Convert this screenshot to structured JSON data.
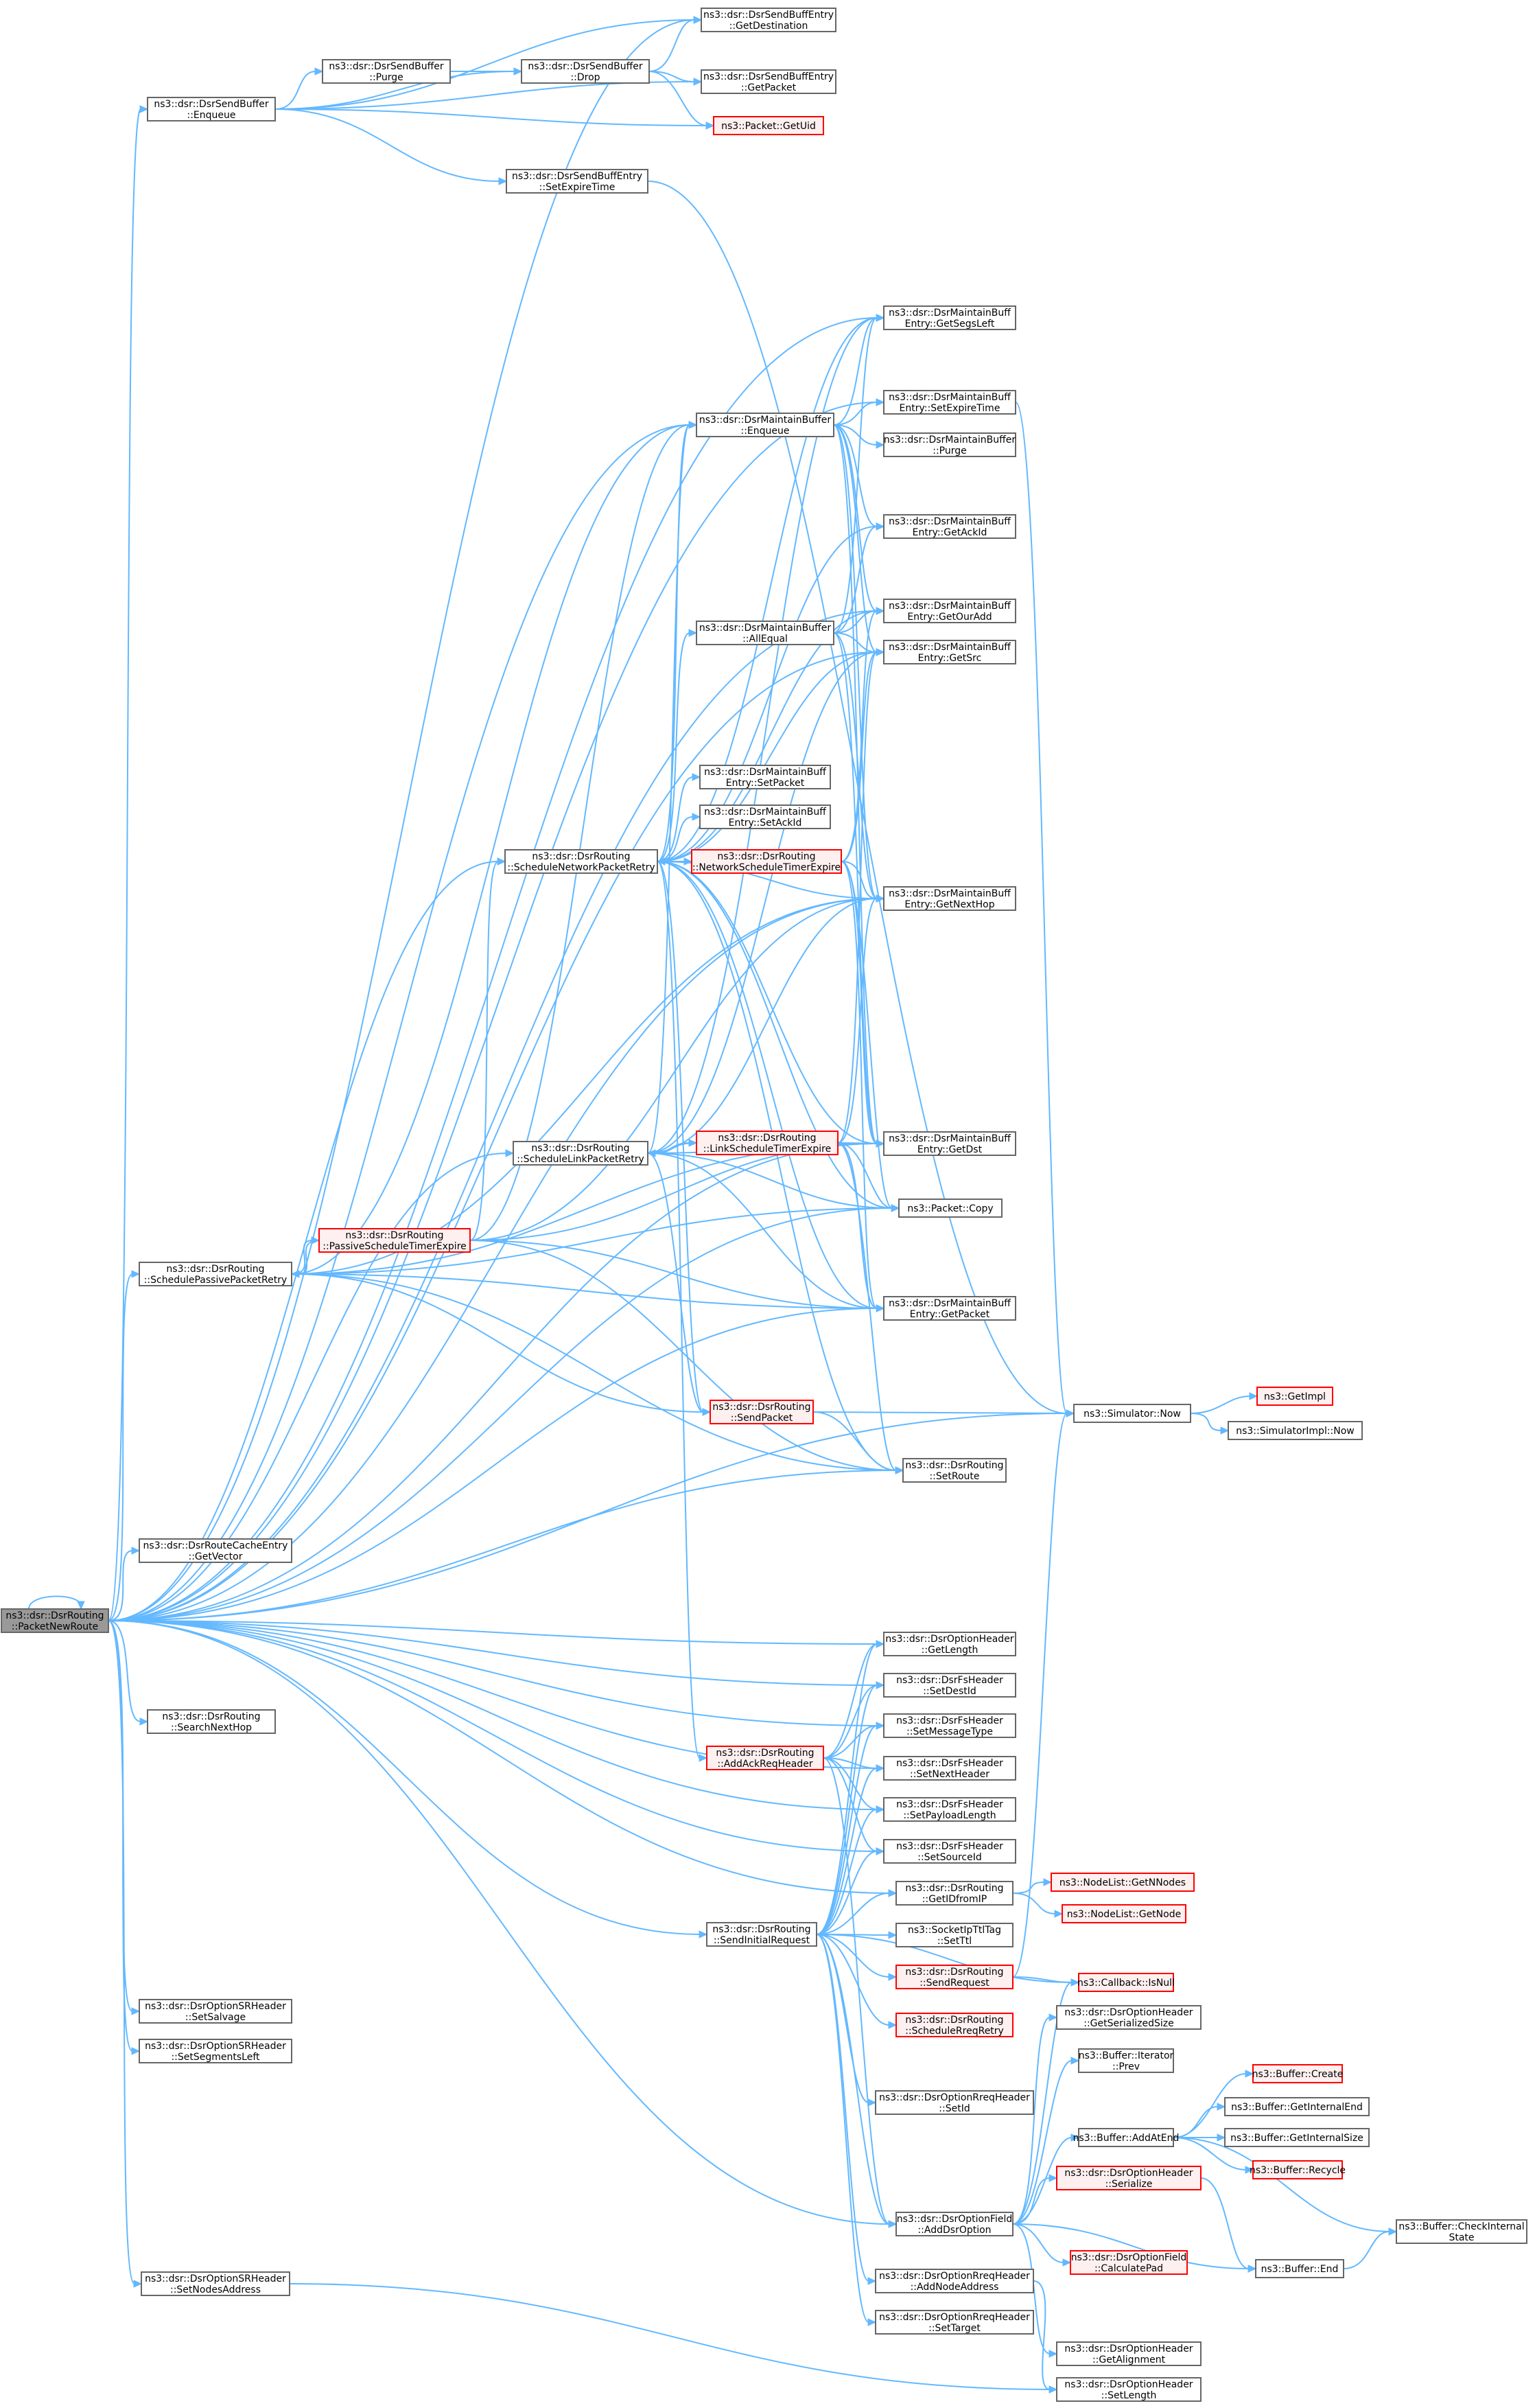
{
  "colors": {
    "edge": "#63b8ff",
    "node_border": "#666666",
    "node_fill": "#ffffff",
    "truncated_border": "#ff0000",
    "truncated_fill": "#fff0f0",
    "root_fill": "#999999",
    "text": "#000000"
  },
  "nodes": [
    {
      "id": "root",
      "lines": [
        "ns3::dsr::DsrRouting",
        "::PacketNewRoute"
      ],
      "style": "root"
    },
    {
      "id": "sbe",
      "lines": [
        "ns3::dsr::DsrSendBuffer",
        "::Enqueue"
      ],
      "style": "normal"
    },
    {
      "id": "sbp",
      "lines": [
        "ns3::dsr::DsrSendBuffer",
        "::Purge"
      ],
      "style": "normal"
    },
    {
      "id": "sbd",
      "lines": [
        "ns3::dsr::DsrSendBuffer",
        "::Drop"
      ],
      "style": "normal"
    },
    {
      "id": "sbgd",
      "lines": [
        "ns3::dsr::DsrSendBuffEntry",
        "::GetDestination"
      ],
      "style": "normal"
    },
    {
      "id": "sbgp",
      "lines": [
        "ns3::dsr::DsrSendBuffEntry",
        "::GetPacket"
      ],
      "style": "normal"
    },
    {
      "id": "pgu",
      "lines": [
        "ns3::Packet::GetUid"
      ],
      "style": "truncated"
    },
    {
      "id": "sbset",
      "lines": [
        "ns3::dsr::DsrSendBuffEntry",
        "::SetExpireTime"
      ],
      "style": "normal"
    },
    {
      "id": "mbgsl",
      "lines": [
        "ns3::dsr::DsrMaintainBuff",
        "Entry::GetSegsLeft"
      ],
      "style": "normal"
    },
    {
      "id": "mbset",
      "lines": [
        "ns3::dsr::DsrMaintainBuff",
        "Entry::SetExpireTime"
      ],
      "style": "normal"
    },
    {
      "id": "mbe",
      "lines": [
        "ns3::dsr::DsrMaintainBuffer",
        "::Enqueue"
      ],
      "style": "normal"
    },
    {
      "id": "mbp",
      "lines": [
        "ns3::dsr::DsrMaintainBuffer",
        "::Purge"
      ],
      "style": "normal"
    },
    {
      "id": "mbgai",
      "lines": [
        "ns3::dsr::DsrMaintainBuff",
        "Entry::GetAckId"
      ],
      "style": "normal"
    },
    {
      "id": "mbgoa",
      "lines": [
        "ns3::dsr::DsrMaintainBuff",
        "Entry::GetOurAdd"
      ],
      "style": "normal"
    },
    {
      "id": "mbae",
      "lines": [
        "ns3::dsr::DsrMaintainBuffer",
        "::AllEqual"
      ],
      "style": "normal"
    },
    {
      "id": "mbgs",
      "lines": [
        "ns3::dsr::DsrMaintainBuff",
        "Entry::GetSrc"
      ],
      "style": "normal"
    },
    {
      "id": "mbsp",
      "lines": [
        "ns3::dsr::DsrMaintainBuff",
        "Entry::SetPacket"
      ],
      "style": "normal"
    },
    {
      "id": "mbsai",
      "lines": [
        "ns3::dsr::DsrMaintainBuff",
        "Entry::SetAckId"
      ],
      "style": "normal"
    },
    {
      "id": "snpr",
      "lines": [
        "ns3::dsr::DsrRouting",
        "::ScheduleNetworkPacketRetry"
      ],
      "style": "normal"
    },
    {
      "id": "nste",
      "lines": [
        "ns3::dsr::DsrRouting",
        "::NetworkScheduleTimerExpire"
      ],
      "style": "truncated"
    },
    {
      "id": "mbgnh",
      "lines": [
        "ns3::dsr::DsrMaintainBuff",
        "Entry::GetNextHop"
      ],
      "style": "normal"
    },
    {
      "id": "slpr",
      "lines": [
        "ns3::dsr::DsrRouting",
        "::ScheduleLinkPacketRetry"
      ],
      "style": "normal"
    },
    {
      "id": "lste",
      "lines": [
        "ns3::dsr::DsrRouting",
        "::LinkScheduleTimerExpire"
      ],
      "style": "truncated"
    },
    {
      "id": "mbgd",
      "lines": [
        "ns3::dsr::DsrMaintainBuff",
        "Entry::GetDst"
      ],
      "style": "normal"
    },
    {
      "id": "pste",
      "lines": [
        "ns3::dsr::DsrRouting",
        "::PassiveScheduleTimerExpire"
      ],
      "style": "truncated"
    },
    {
      "id": "pc",
      "lines": [
        "ns3::Packet::Copy"
      ],
      "style": "normal"
    },
    {
      "id": "sppr",
      "lines": [
        "ns3::dsr::DsrRouting",
        "::SchedulePassivePacketRetry"
      ],
      "style": "normal"
    },
    {
      "id": "mbgp",
      "lines": [
        "ns3::dsr::DsrMaintainBuff",
        "Entry::GetPacket"
      ],
      "style": "normal"
    },
    {
      "id": "sp",
      "lines": [
        "ns3::dsr::DsrRouting",
        "::SendPacket"
      ],
      "style": "truncated"
    },
    {
      "id": "snow",
      "lines": [
        "ns3::Simulator::Now"
      ],
      "style": "normal"
    },
    {
      "id": "gimpl",
      "lines": [
        "ns3::GetImpl"
      ],
      "style": "truncated"
    },
    {
      "id": "sinow",
      "lines": [
        "ns3::SimulatorImpl::Now"
      ],
      "style": "normal"
    },
    {
      "id": "sr",
      "lines": [
        "ns3::dsr::DsrRouting",
        "::SetRoute"
      ],
      "style": "normal"
    },
    {
      "id": "rcgv",
      "lines": [
        "ns3::dsr::DsrRouteCacheEntry",
        "::GetVector"
      ],
      "style": "normal"
    },
    {
      "id": "ohgl",
      "lines": [
        "ns3::dsr::DsrOptionHeader",
        "::GetLength"
      ],
      "style": "normal"
    },
    {
      "id": "fssdi",
      "lines": [
        "ns3::dsr::DsrFsHeader",
        "::SetDestId"
      ],
      "style": "normal"
    },
    {
      "id": "snh",
      "lines": [
        "ns3::dsr::DsrRouting",
        "::SearchNextHop"
      ],
      "style": "normal"
    },
    {
      "id": "fssmt",
      "lines": [
        "ns3::dsr::DsrFsHeader",
        "::SetMessageType"
      ],
      "style": "normal"
    },
    {
      "id": "aarh",
      "lines": [
        "ns3::dsr::DsrRouting",
        "::AddAckReqHeader"
      ],
      "style": "truncated"
    },
    {
      "id": "fssnh",
      "lines": [
        "ns3::dsr::DsrFsHeader",
        "::SetNextHeader"
      ],
      "style": "normal"
    },
    {
      "id": "fsspl",
      "lines": [
        "ns3::dsr::DsrFsHeader",
        "::SetPayloadLength"
      ],
      "style": "normal"
    },
    {
      "id": "fsssi",
      "lines": [
        "ns3::dsr::DsrFsHeader",
        "::SetSourceId"
      ],
      "style": "normal"
    },
    {
      "id": "gifip",
      "lines": [
        "ns3::dsr::DsrRouting",
        "::GetIDfromIP"
      ],
      "style": "normal"
    },
    {
      "id": "nlgnn",
      "lines": [
        "ns3::NodeList::GetNNodes"
      ],
      "style": "truncated"
    },
    {
      "id": "nlgn",
      "lines": [
        "ns3::NodeList::GetNode"
      ],
      "style": "truncated"
    },
    {
      "id": "sir",
      "lines": [
        "ns3::dsr::DsrRouting",
        "::SendInitialRequest"
      ],
      "style": "normal"
    },
    {
      "id": "sitt",
      "lines": [
        "ns3::SocketIpTtlTag",
        "::SetTtl"
      ],
      "style": "normal"
    },
    {
      "id": "sreq",
      "lines": [
        "ns3::dsr::DsrRouting",
        "::SendRequest"
      ],
      "style": "truncated"
    },
    {
      "id": "cbin",
      "lines": [
        "ns3::Callback::IsNull"
      ],
      "style": "truncated"
    },
    {
      "id": "ohgss",
      "lines": [
        "ns3::dsr::DsrOptionHeader",
        "::GetSerializedSize"
      ],
      "style": "normal"
    },
    {
      "id": "srr",
      "lines": [
        "ns3::dsr::DsrRouting",
        "::ScheduleRreqRetry"
      ],
      "style": "truncated"
    },
    {
      "id": "ssalv",
      "lines": [
        "ns3::dsr::DsrOptionSRHeader",
        "::SetSalvage"
      ],
      "style": "normal"
    },
    {
      "id": "sssl",
      "lines": [
        "ns3::dsr::DsrOptionSRHeader",
        "::SetSegmentsLeft"
      ],
      "style": "normal"
    },
    {
      "id": "bip",
      "lines": [
        "ns3::Buffer::Iterator",
        "::Prev"
      ],
      "style": "normal"
    },
    {
      "id": "bcreate",
      "lines": [
        "ns3::Buffer::Create"
      ],
      "style": "truncated"
    },
    {
      "id": "rqsid",
      "lines": [
        "ns3::dsr::DsrOptionRreqHeader",
        "::SetId"
      ],
      "style": "normal"
    },
    {
      "id": "bgie",
      "lines": [
        "ns3::Buffer::GetInternalEnd"
      ],
      "style": "normal"
    },
    {
      "id": "baae",
      "lines": [
        "ns3::Buffer::AddAtEnd"
      ],
      "style": "normal"
    },
    {
      "id": "bgis",
      "lines": [
        "ns3::Buffer::GetInternalSize"
      ],
      "style": "normal"
    },
    {
      "id": "brec",
      "lines": [
        "ns3::Buffer::Recycle"
      ],
      "style": "truncated"
    },
    {
      "id": "ohs",
      "lines": [
        "ns3::dsr::DsrOptionHeader",
        "::Serialize"
      ],
      "style": "truncated"
    },
    {
      "id": "ofado",
      "lines": [
        "ns3::dsr::DsrOptionField",
        "::AddDsrOption"
      ],
      "style": "normal"
    },
    {
      "id": "bcis",
      "lines": [
        "ns3::Buffer::CheckInternal",
        "State"
      ],
      "style": "normal"
    },
    {
      "id": "ofcp",
      "lines": [
        "ns3::dsr::DsrOptionField",
        "::CalculatePad"
      ],
      "style": "truncated"
    },
    {
      "id": "ssna",
      "lines": [
        "ns3::dsr::DsrOptionSRHeader",
        "::SetNodesAddress"
      ],
      "style": "normal"
    },
    {
      "id": "bend",
      "lines": [
        "ns3::Buffer::End"
      ],
      "style": "normal"
    },
    {
      "id": "rqana",
      "lines": [
        "ns3::dsr::DsrOptionRreqHeader",
        "::AddNodeAddress"
      ],
      "style": "normal"
    },
    {
      "id": "rqst",
      "lines": [
        "ns3::dsr::DsrOptionRreqHeader",
        "::SetTarget"
      ],
      "style": "normal"
    },
    {
      "id": "ohga",
      "lines": [
        "ns3::dsr::DsrOptionHeader",
        "::GetAlignment"
      ],
      "style": "normal"
    },
    {
      "id": "ohsl",
      "lines": [
        "ns3::dsr::DsrOptionHeader",
        "::SetLength"
      ],
      "style": "normal"
    }
  ],
  "edges": [
    [
      "root",
      "root"
    ],
    [
      "root",
      "sbe"
    ],
    [
      "root",
      "sbgd"
    ],
    [
      "root",
      "mbgsl"
    ],
    [
      "root",
      "mbset"
    ],
    [
      "root",
      "mbe"
    ],
    [
      "root",
      "mbgoa"
    ],
    [
      "root",
      "mbgs"
    ],
    [
      "root",
      "snpr"
    ],
    [
      "root",
      "mbgnh"
    ],
    [
      "root",
      "slpr"
    ],
    [
      "root",
      "mbgd"
    ],
    [
      "root",
      "sppr"
    ],
    [
      "root",
      "pc"
    ],
    [
      "root",
      "mbgp"
    ],
    [
      "root",
      "snow"
    ],
    [
      "root",
      "sr"
    ],
    [
      "root",
      "rcgv"
    ],
    [
      "root",
      "ohgl"
    ],
    [
      "root",
      "fssdi"
    ],
    [
      "root",
      "snh"
    ],
    [
      "root",
      "fssmt"
    ],
    [
      "root",
      "fssnh"
    ],
    [
      "root",
      "fsspl"
    ],
    [
      "root",
      "fsssi"
    ],
    [
      "root",
      "gifip"
    ],
    [
      "root",
      "sir"
    ],
    [
      "root",
      "ssalv"
    ],
    [
      "root",
      "sssl"
    ],
    [
      "root",
      "ofado"
    ],
    [
      "root",
      "ssna"
    ],
    [
      "sbe",
      "sbgd"
    ],
    [
      "sbe",
      "sbp"
    ],
    [
      "sbe",
      "sbd"
    ],
    [
      "sbe",
      "sbgp"
    ],
    [
      "sbe",
      "pgu"
    ],
    [
      "sbe",
      "sbset"
    ],
    [
      "sbp",
      "sbd"
    ],
    [
      "sbd",
      "sbgd"
    ],
    [
      "sbd",
      "sbgp"
    ],
    [
      "sbd",
      "pgu"
    ],
    [
      "sbset",
      "snow"
    ],
    [
      "mbe",
      "mbgsl"
    ],
    [
      "mbe",
      "mbset"
    ],
    [
      "mbe",
      "mbp"
    ],
    [
      "mbe",
      "mbgai"
    ],
    [
      "mbe",
      "mbgoa"
    ],
    [
      "mbe",
      "mbgs"
    ],
    [
      "mbe",
      "mbgnh"
    ],
    [
      "mbe",
      "mbgd"
    ],
    [
      "mbset",
      "snow"
    ],
    [
      "mbae",
      "mbgsl"
    ],
    [
      "mbae",
      "mbgai"
    ],
    [
      "mbae",
      "mbgoa"
    ],
    [
      "mbae",
      "mbgs"
    ],
    [
      "mbae",
      "mbgnh"
    ],
    [
      "mbae",
      "mbgd"
    ],
    [
      "snpr",
      "mbe"
    ],
    [
      "snpr",
      "mbgsl"
    ],
    [
      "snpr",
      "mbgai"
    ],
    [
      "snpr",
      "mbgoa"
    ],
    [
      "snpr",
      "mbae"
    ],
    [
      "snpr",
      "mbgs"
    ],
    [
      "snpr",
      "mbsp"
    ],
    [
      "snpr",
      "mbsai"
    ],
    [
      "snpr",
      "nste"
    ],
    [
      "snpr",
      "mbgnh"
    ],
    [
      "snpr",
      "mbgd"
    ],
    [
      "snpr",
      "pc"
    ],
    [
      "snpr",
      "mbgp"
    ],
    [
      "snpr",
      "sp"
    ],
    [
      "snpr",
      "sr"
    ],
    [
      "snpr",
      "aarh"
    ],
    [
      "nste",
      "snpr"
    ],
    [
      "nste",
      "mbgs"
    ],
    [
      "nste",
      "mbgoa"
    ],
    [
      "nste",
      "mbgnh"
    ],
    [
      "nste",
      "mbgd"
    ],
    [
      "nste",
      "pc"
    ],
    [
      "nste",
      "mbgp"
    ],
    [
      "slpr",
      "mbe"
    ],
    [
      "slpr",
      "mbgsl"
    ],
    [
      "slpr",
      "mbgs"
    ],
    [
      "slpr",
      "lste"
    ],
    [
      "slpr",
      "mbgnh"
    ],
    [
      "slpr",
      "mbgd"
    ],
    [
      "slpr",
      "pc"
    ],
    [
      "slpr",
      "mbgp"
    ],
    [
      "slpr",
      "sp"
    ],
    [
      "lste",
      "slpr"
    ],
    [
      "lste",
      "mbgs"
    ],
    [
      "lste",
      "mbgnh"
    ],
    [
      "lste",
      "mbgd"
    ],
    [
      "lste",
      "pc"
    ],
    [
      "lste",
      "mbgp"
    ],
    [
      "lste",
      "sr"
    ],
    [
      "pste",
      "sppr"
    ],
    [
      "pste",
      "mbe"
    ],
    [
      "pste",
      "snpr"
    ],
    [
      "pste",
      "mbgnh"
    ],
    [
      "pste",
      "mbgd"
    ],
    [
      "pste",
      "mbgp"
    ],
    [
      "pste",
      "sr"
    ],
    [
      "sppr",
      "mbe"
    ],
    [
      "sppr",
      "pste"
    ],
    [
      "sppr",
      "mbgnh"
    ],
    [
      "sppr",
      "mbgd"
    ],
    [
      "sppr",
      "pc"
    ],
    [
      "sppr",
      "mbgp"
    ],
    [
      "sppr",
      "sp"
    ],
    [
      "sppr",
      "sr"
    ],
    [
      "sp",
      "snow"
    ],
    [
      "sp",
      "sr"
    ],
    [
      "snow",
      "gimpl"
    ],
    [
      "snow",
      "sinow"
    ],
    [
      "aarh",
      "ohgl"
    ],
    [
      "aarh",
      "fssdi"
    ],
    [
      "aarh",
      "fssmt"
    ],
    [
      "aarh",
      "fssnh"
    ],
    [
      "aarh",
      "fsspl"
    ],
    [
      "aarh",
      "fsssi"
    ],
    [
      "aarh",
      "ofado"
    ],
    [
      "gifip",
      "nlgnn"
    ],
    [
      "gifip",
      "nlgn"
    ],
    [
      "sir",
      "ohgl"
    ],
    [
      "sir",
      "fssdi"
    ],
    [
      "sir",
      "fssmt"
    ],
    [
      "sir",
      "fssnh"
    ],
    [
      "sir",
      "fsspl"
    ],
    [
      "sir",
      "fsssi"
    ],
    [
      "sir",
      "gifip"
    ],
    [
      "sir",
      "sitt"
    ],
    [
      "sir",
      "sreq"
    ],
    [
      "sir",
      "srr"
    ],
    [
      "sir",
      "rqsid"
    ],
    [
      "sir",
      "ofado"
    ],
    [
      "sir",
      "rqana"
    ],
    [
      "sir",
      "rqst"
    ],
    [
      "sir",
      "cbin"
    ],
    [
      "sreq",
      "snow"
    ],
    [
      "sreq",
      "cbin"
    ],
    [
      "ofado",
      "ohgss"
    ],
    [
      "ofado",
      "bip"
    ],
    [
      "ofado",
      "baae"
    ],
    [
      "ofado",
      "ohs"
    ],
    [
      "ofado",
      "ofcp"
    ],
    [
      "ofado",
      "bend"
    ],
    [
      "ofado",
      "ohga"
    ],
    [
      "ofado",
      "cbin"
    ],
    [
      "baae",
      "bcreate"
    ],
    [
      "baae",
      "bgie"
    ],
    [
      "baae",
      "bgis"
    ],
    [
      "baae",
      "brec"
    ],
    [
      "baae",
      "bcis"
    ],
    [
      "ohs",
      "bend"
    ],
    [
      "bend",
      "bcis"
    ],
    [
      "rqana",
      "ohsl"
    ],
    [
      "ssna",
      "ohsl"
    ]
  ]
}
